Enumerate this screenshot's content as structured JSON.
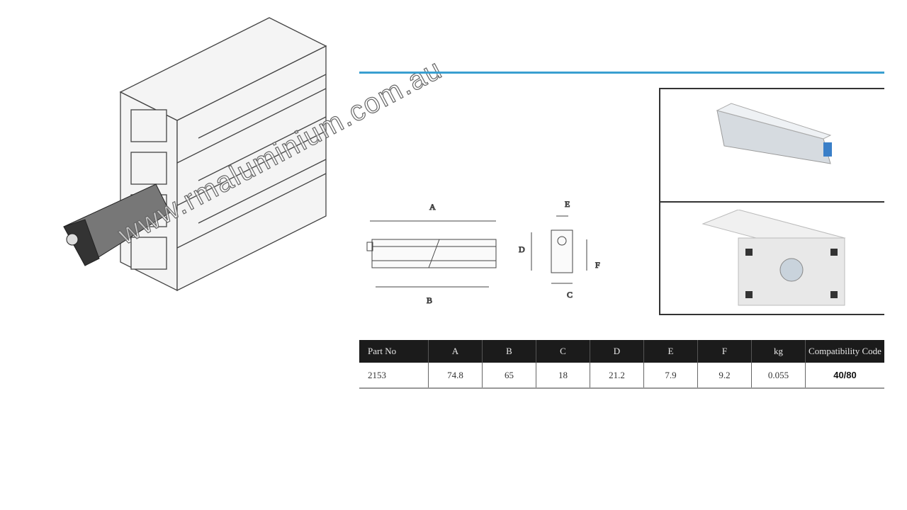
{
  "watermark": "www.rmaluminium.com.au",
  "accent_color": "#3a9fd0",
  "diagram": {
    "labels": {
      "A": "A",
      "B": "B",
      "C": "C",
      "D": "D",
      "E": "E",
      "F": "F"
    }
  },
  "table": {
    "headers": [
      "Part No",
      "A",
      "B",
      "C",
      "D",
      "E",
      "F",
      "kg",
      "Compatibility Code"
    ],
    "rows": [
      [
        "2153",
        "74.8",
        "65",
        "18",
        "21.2",
        "7.9",
        "9.2",
        "0.055",
        "40/80"
      ]
    ]
  }
}
